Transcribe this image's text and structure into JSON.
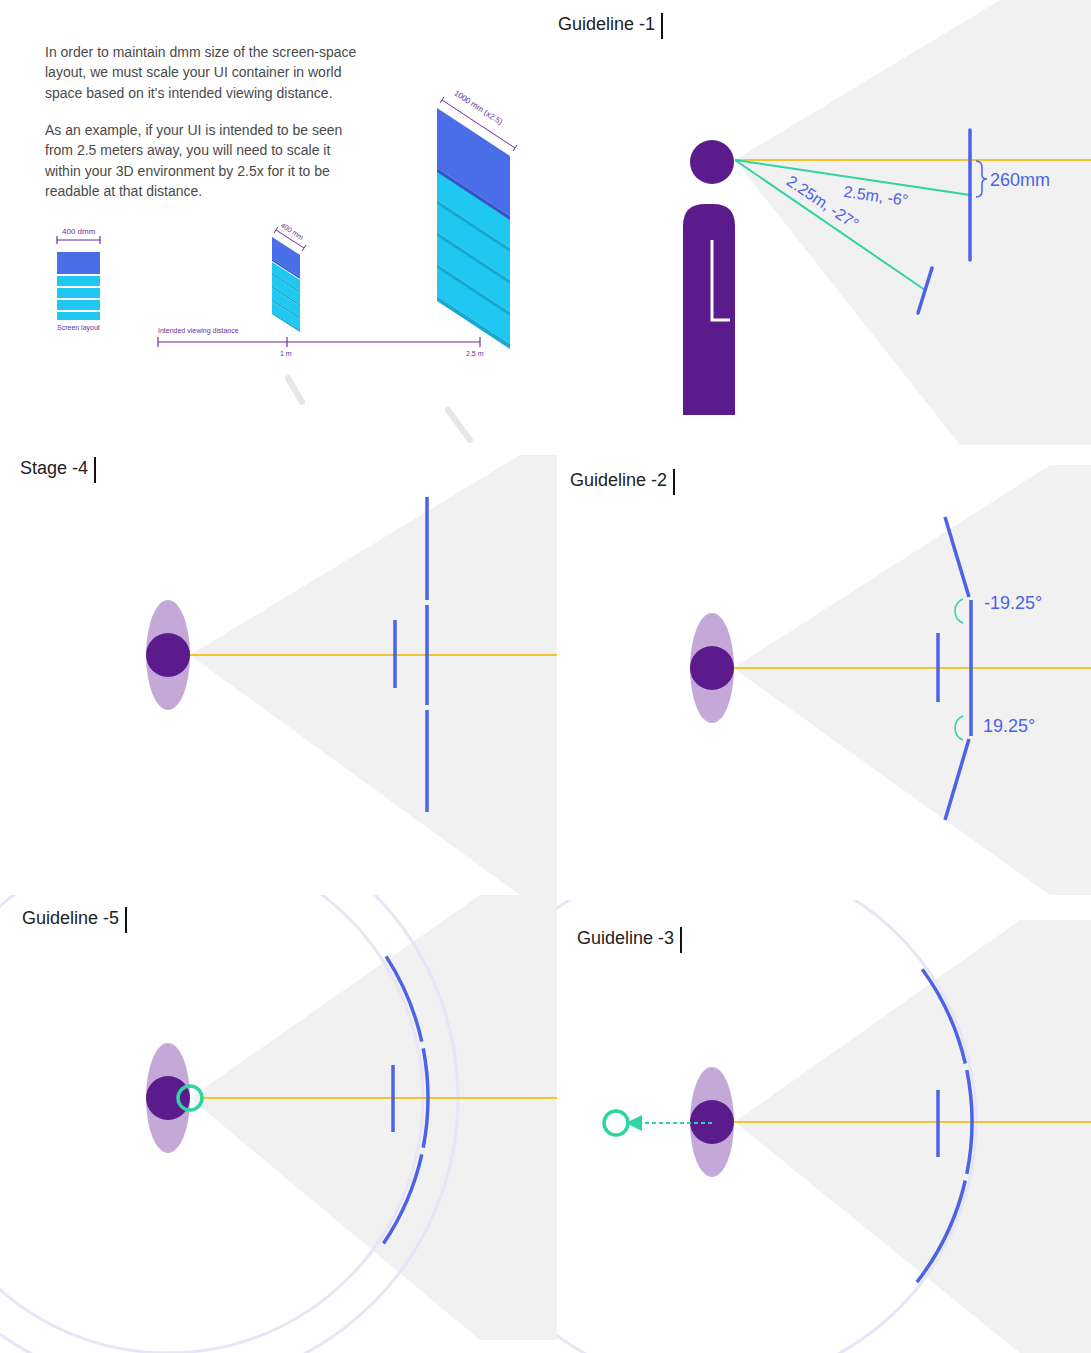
{
  "diagram": {
    "labels": [
      "In order to maintain dmm size of the screen-space layout, we must scale your UI container in world space based on it's intended viewing distance.",
      "As an example, if your UI is intended to be seen from 2.5 meters away, you will need to scale it within your 3D environment by 2.5x for it to be readable at that distance.",
      "400 dmm",
      "Screen layout",
      "400 mm",
      "1000 mm (x2.5)",
      "Intended viewing distance",
      "1 m",
      "2.5 m",
      "Guideline -1",
      "2.5m, -6°",
      "2.25m, -27°",
      "260mm",
      "Stage -4",
      "Guideline -2",
      "-19.25°",
      "19.25°",
      "Guideline -5",
      "Guideline -3"
    ]
  }
}
